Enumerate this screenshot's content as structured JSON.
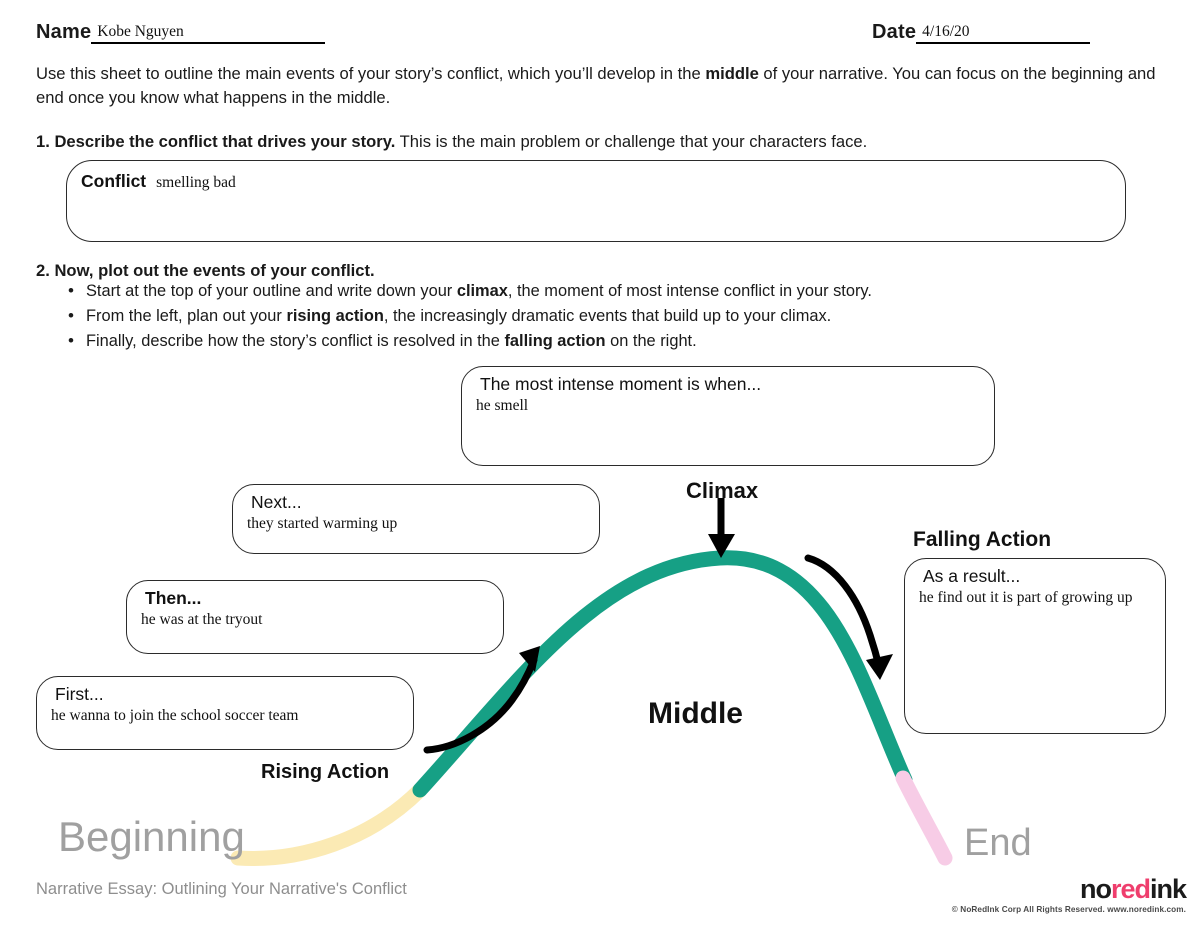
{
  "header": {
    "name_label": "Name",
    "name_value": "Kobe Nguyen",
    "date_label": "Date",
    "date_value": "4/16/20"
  },
  "intro": {
    "line_a": "Use this sheet to outline the main events of your story’s conflict, which you’ll develop in the ",
    "bold_a": "middle",
    "line_b": " of your narrative. You can focus on the beginning and end once you know what happens in the middle."
  },
  "step1": {
    "number_bold": "1. Describe the conflict that drives your story.",
    "rest": " This is the main problem or challenge that your characters face."
  },
  "step2": {
    "title": "2. Now, plot out the events of your conflict.",
    "bullets": [
      {
        "pre": "Start at the top of your outline and write down your ",
        "bold": "climax",
        "post": ", the moment of most intense conflict in your story."
      },
      {
        "pre": "From the left, plan out your ",
        "bold": "rising action",
        "post": ", the increasingly dramatic events that build up to your climax."
      },
      {
        "pre": "Finally, describe how the story’s conflict is resolved in the ",
        "bold": "falling action",
        "post": " on the right."
      }
    ]
  },
  "boxes": {
    "conflict": {
      "prompt": "Conflict",
      "answer": "smelling bad"
    },
    "climax": {
      "prompt": "The most intense moment is when...",
      "answer": "he smell"
    },
    "next": {
      "prompt": "Next...",
      "answer": "they started warming up"
    },
    "then": {
      "prompt": "Then...",
      "answer": "he was at the tryout"
    },
    "first": {
      "prompt": "First...",
      "answer": "he wanna to join the school soccer team"
    },
    "result": {
      "prompt": "As a result...",
      "answer": "he find out it is part of growing up"
    }
  },
  "diagram": {
    "climax_label": "Climax",
    "falling_action_label": "Falling Action",
    "rising_action_label": "Rising Action",
    "middle_label": "Middle",
    "beginning_label": "Beginning",
    "end_label": "End"
  },
  "colors": {
    "curve_middle": "#16a085",
    "curve_beginning": "#fbeab4",
    "curve_end": "#f7cce6",
    "gray_label": "#a0a0a0",
    "brand_red": "#ef3e6d",
    "ink": "#1a1a1a"
  },
  "footer": {
    "title": "Narrative Essay: Outlining Your Narrative's Conflict",
    "brand_a": "no",
    "brand_b": "red",
    "brand_c": "ink",
    "copyright": "© NoRedInk Corp All Rights Reserved. www.noredink.com."
  }
}
